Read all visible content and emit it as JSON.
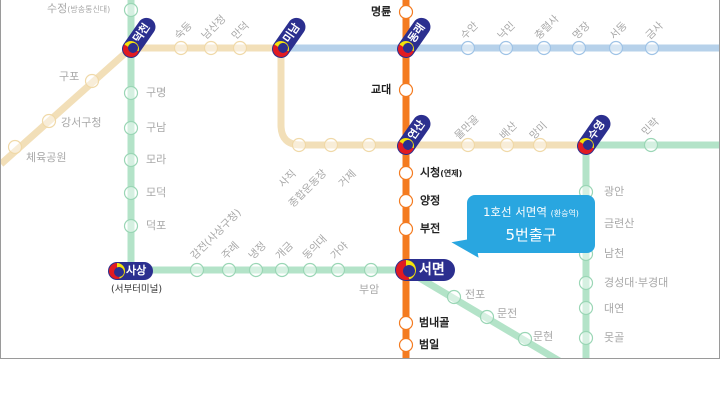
{
  "colors": {
    "line1_orange": "#f47b20",
    "line2_green": "#b3e3c8",
    "line3_tan": "#f2dfb8",
    "line4_blue": "#b6d1ea",
    "transfer_badge": "#2b2f8f",
    "callout": "#29a6e0"
  },
  "callout": {
    "line1_prefix": "1호선 서면역 ",
    "line1_suffix": "(환승역)",
    "line2": "5번출구"
  },
  "transfer_stations": {
    "deokcheon": "덕천",
    "minam": "미남",
    "dongnae": "동래",
    "yeonsan": "연산",
    "suyeong": "수영",
    "sasang": "사상",
    "sasang_sub": "(서부터미널)",
    "seomyeon": "서면"
  },
  "line1_stations": {
    "myeongnyun": "명륜",
    "gyodae": "교대",
    "sicheong": "시청",
    "sicheong_sub": "(연제)",
    "yangjeong": "양정",
    "bujeon": "부전",
    "beomnaegol": "범내골",
    "beomil": "범일"
  },
  "line2_stations": {
    "kyungsung": "경성대·부경대",
    "gwangan": "광안",
    "geumnyeonsan": "금련산",
    "namcheon": "남천",
    "daeyeon": "대연",
    "motgol": "못골",
    "mora": "모라",
    "modeok": "모덕",
    "deokpo": "덕포",
    "gunam": "구남",
    "gumyeong": "구명",
    "sujeong": "수정",
    "sujeong_sub": "(방송통신대)",
    "gupo": "구포",
    "gangseo": "강서구청",
    "stadium": "체육공원",
    "gamjeon": "감전(사상구청)",
    "jurye": "주례",
    "naengjeong": "냉정",
    "gaegeum": "개금",
    "dongeui": "동의대",
    "gaya": "가야",
    "buam": "부암",
    "jeonpo": "전포",
    "munjeon": "문전",
    "munhyeon": "문현",
    "millak": "민락"
  },
  "line3_stations": {
    "sukdeung": "숙등",
    "namsanjeong": "남산정",
    "mandeok": "만덕",
    "sajik": "사직",
    "sports_complex": "종합운동장",
    "geoje": "거제",
    "mulmangol": "물만골",
    "baesan": "배산",
    "mangmi": "망미"
  },
  "line4_stations": {
    "suan": "수안",
    "nakmin": "낙민",
    "chungnyeolsa": "충렬사",
    "myeongjang": "명장",
    "seodong": "서동",
    "geumsa": "금사"
  }
}
